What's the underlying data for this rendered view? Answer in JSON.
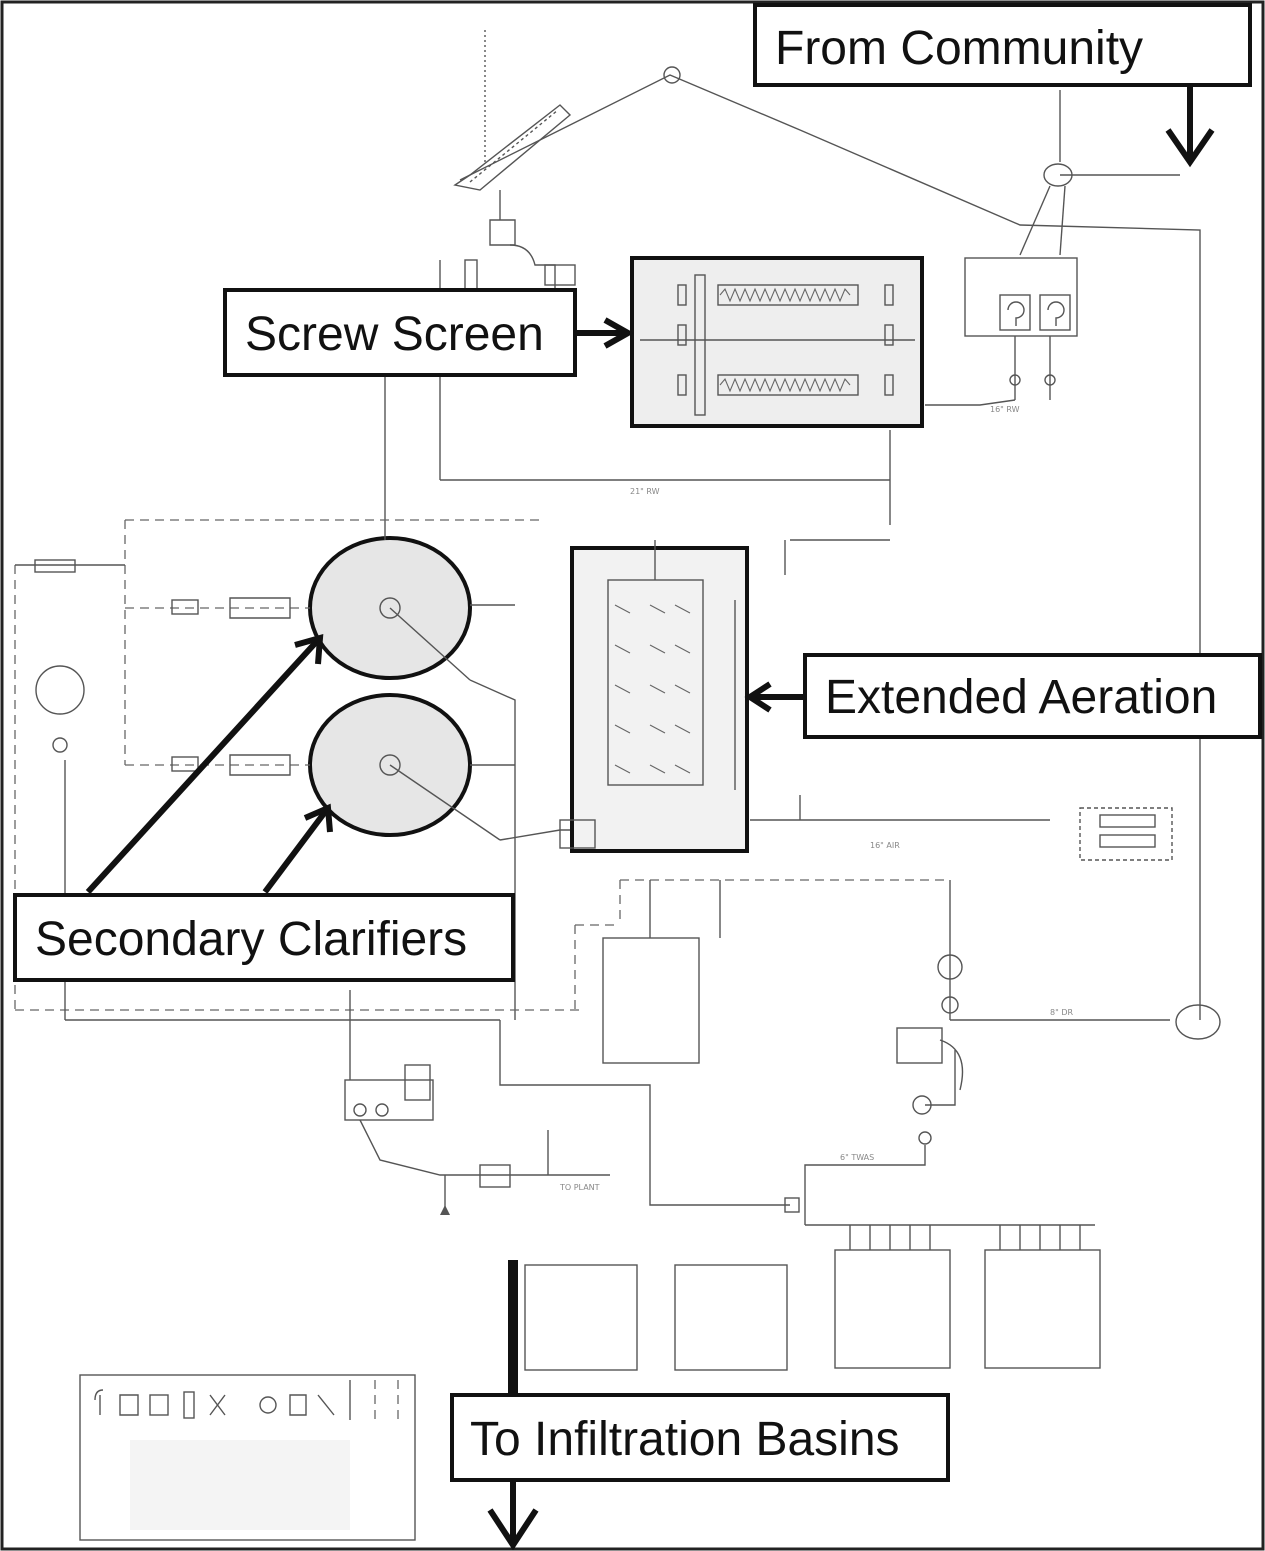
{
  "labels": {
    "from_community": "From Community",
    "screw_screen": "Screw Screen",
    "extended_aeration": "Extended Aeration",
    "secondary_clarifiers": "Secondary Clarifiers",
    "to_infiltration": "To Infiltration Basins"
  },
  "colors": {
    "line": "#555555",
    "label_border": "#111111",
    "fill": "#e6e6e6"
  }
}
